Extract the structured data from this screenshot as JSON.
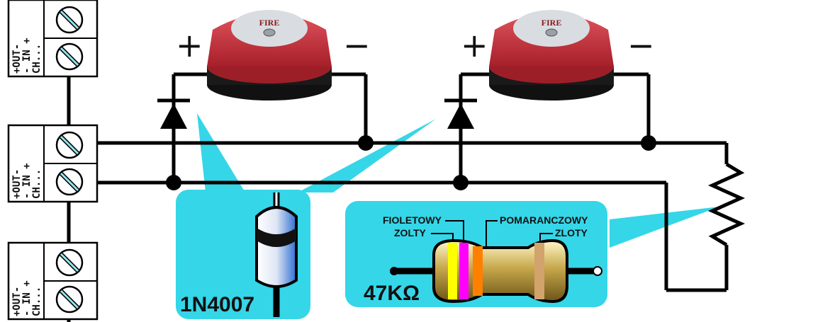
{
  "terminal_block": {
    "line1": "+OUT-",
    "line2": "- IN +",
    "line3": "CH..."
  },
  "bells": [
    {
      "label": "FIRE",
      "plus": "+",
      "minus": "−"
    },
    {
      "label": "FIRE",
      "plus": "+",
      "minus": "−"
    }
  ],
  "diode": {
    "part": "1N4007"
  },
  "resistor": {
    "value": "47KΩ",
    "bands": [
      {
        "name": "ZOLTY",
        "color": "#ffff00"
      },
      {
        "name": "FIOLETOWY",
        "color": "#ff00ff"
      },
      {
        "name": "POMARANCZOWY",
        "color": "#ff8000"
      },
      {
        "name": "ZLOTY",
        "color": "#d2a36c"
      }
    ]
  },
  "colors": {
    "callout": "#35d6e8",
    "wire": "#000000",
    "bell_red": "#c8313b"
  }
}
